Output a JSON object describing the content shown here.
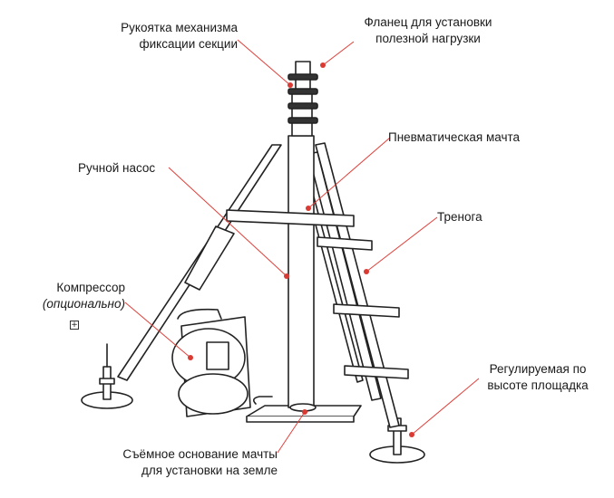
{
  "labels": {
    "handle": [
      "Рукоятка механизма",
      "фиксации секции"
    ],
    "flange": [
      "Фланец для установки",
      "полезной нагрузки"
    ],
    "mast": "Пневматическая мачта",
    "hand_pump": "Ручной насос",
    "tripod": "Тренога",
    "compressor": "Компрессор",
    "compressor_note": "(опционально)",
    "platform": [
      "Регулируемая по",
      "высоте площадка"
    ],
    "base": [
      "Съёмное основание мачты",
      "для установки на земле"
    ]
  },
  "colors": {
    "leader": "#e0403a",
    "dot": "#d93a33",
    "ink": "#1a1a1a"
  },
  "expand_icon": "+"
}
